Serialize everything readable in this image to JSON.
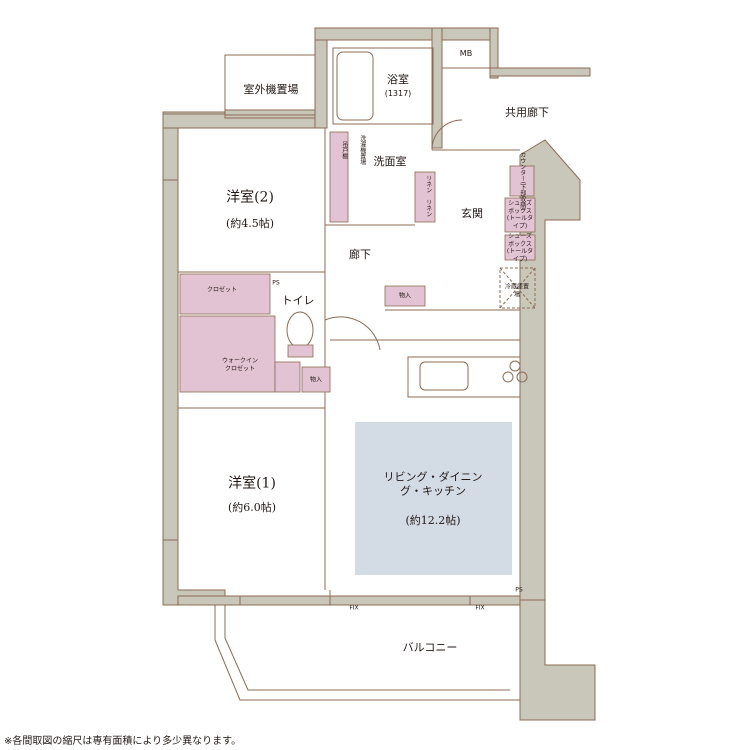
{
  "rooms": {
    "outdoor_unit": "室外機置場",
    "bath": "浴室",
    "bath_size": "(1317)",
    "mb": "MB",
    "common_corridor": "共用廊下",
    "washroom": "洗面室",
    "laundry": "洗濯機置場",
    "hanging_shelf": "吊戸棚",
    "linen1": "リネン",
    "linen2": "リネン",
    "shelf": "棚",
    "entrance": "玄関",
    "counter": "カウンター(下部収納)",
    "shoebox1": "シューズボックス(トールタイプ)",
    "shoebox2": "シューズボックス(トールタイプ)",
    "fridge": "冷蔵庫置場",
    "hallway": "廊下",
    "storage1": "物入",
    "storage2": "物入",
    "room2": "洋室(2)",
    "room2_size": "(約4.5帖)",
    "closet": "クロゼット",
    "ps1": "PS",
    "ps2": "PS",
    "toilet": "トイレ",
    "wic": "ウォークインクロゼット",
    "room1": "洋室(1)",
    "room1_size": "(約6.0帖)",
    "ldk": "リビング・ダイニング・キッチン",
    "ldk_size": "(約12.2帖)",
    "fix1": "FIX",
    "fix2": "FIX",
    "balcony": "バルコニー"
  },
  "colors": {
    "wall": "#c9c7b9",
    "line": "#8c6b52",
    "storage": "#e2c3d3",
    "ldk": "#d3dbe4"
  },
  "note": "※各間取図の縮尺は専有面積により多少異なります。"
}
